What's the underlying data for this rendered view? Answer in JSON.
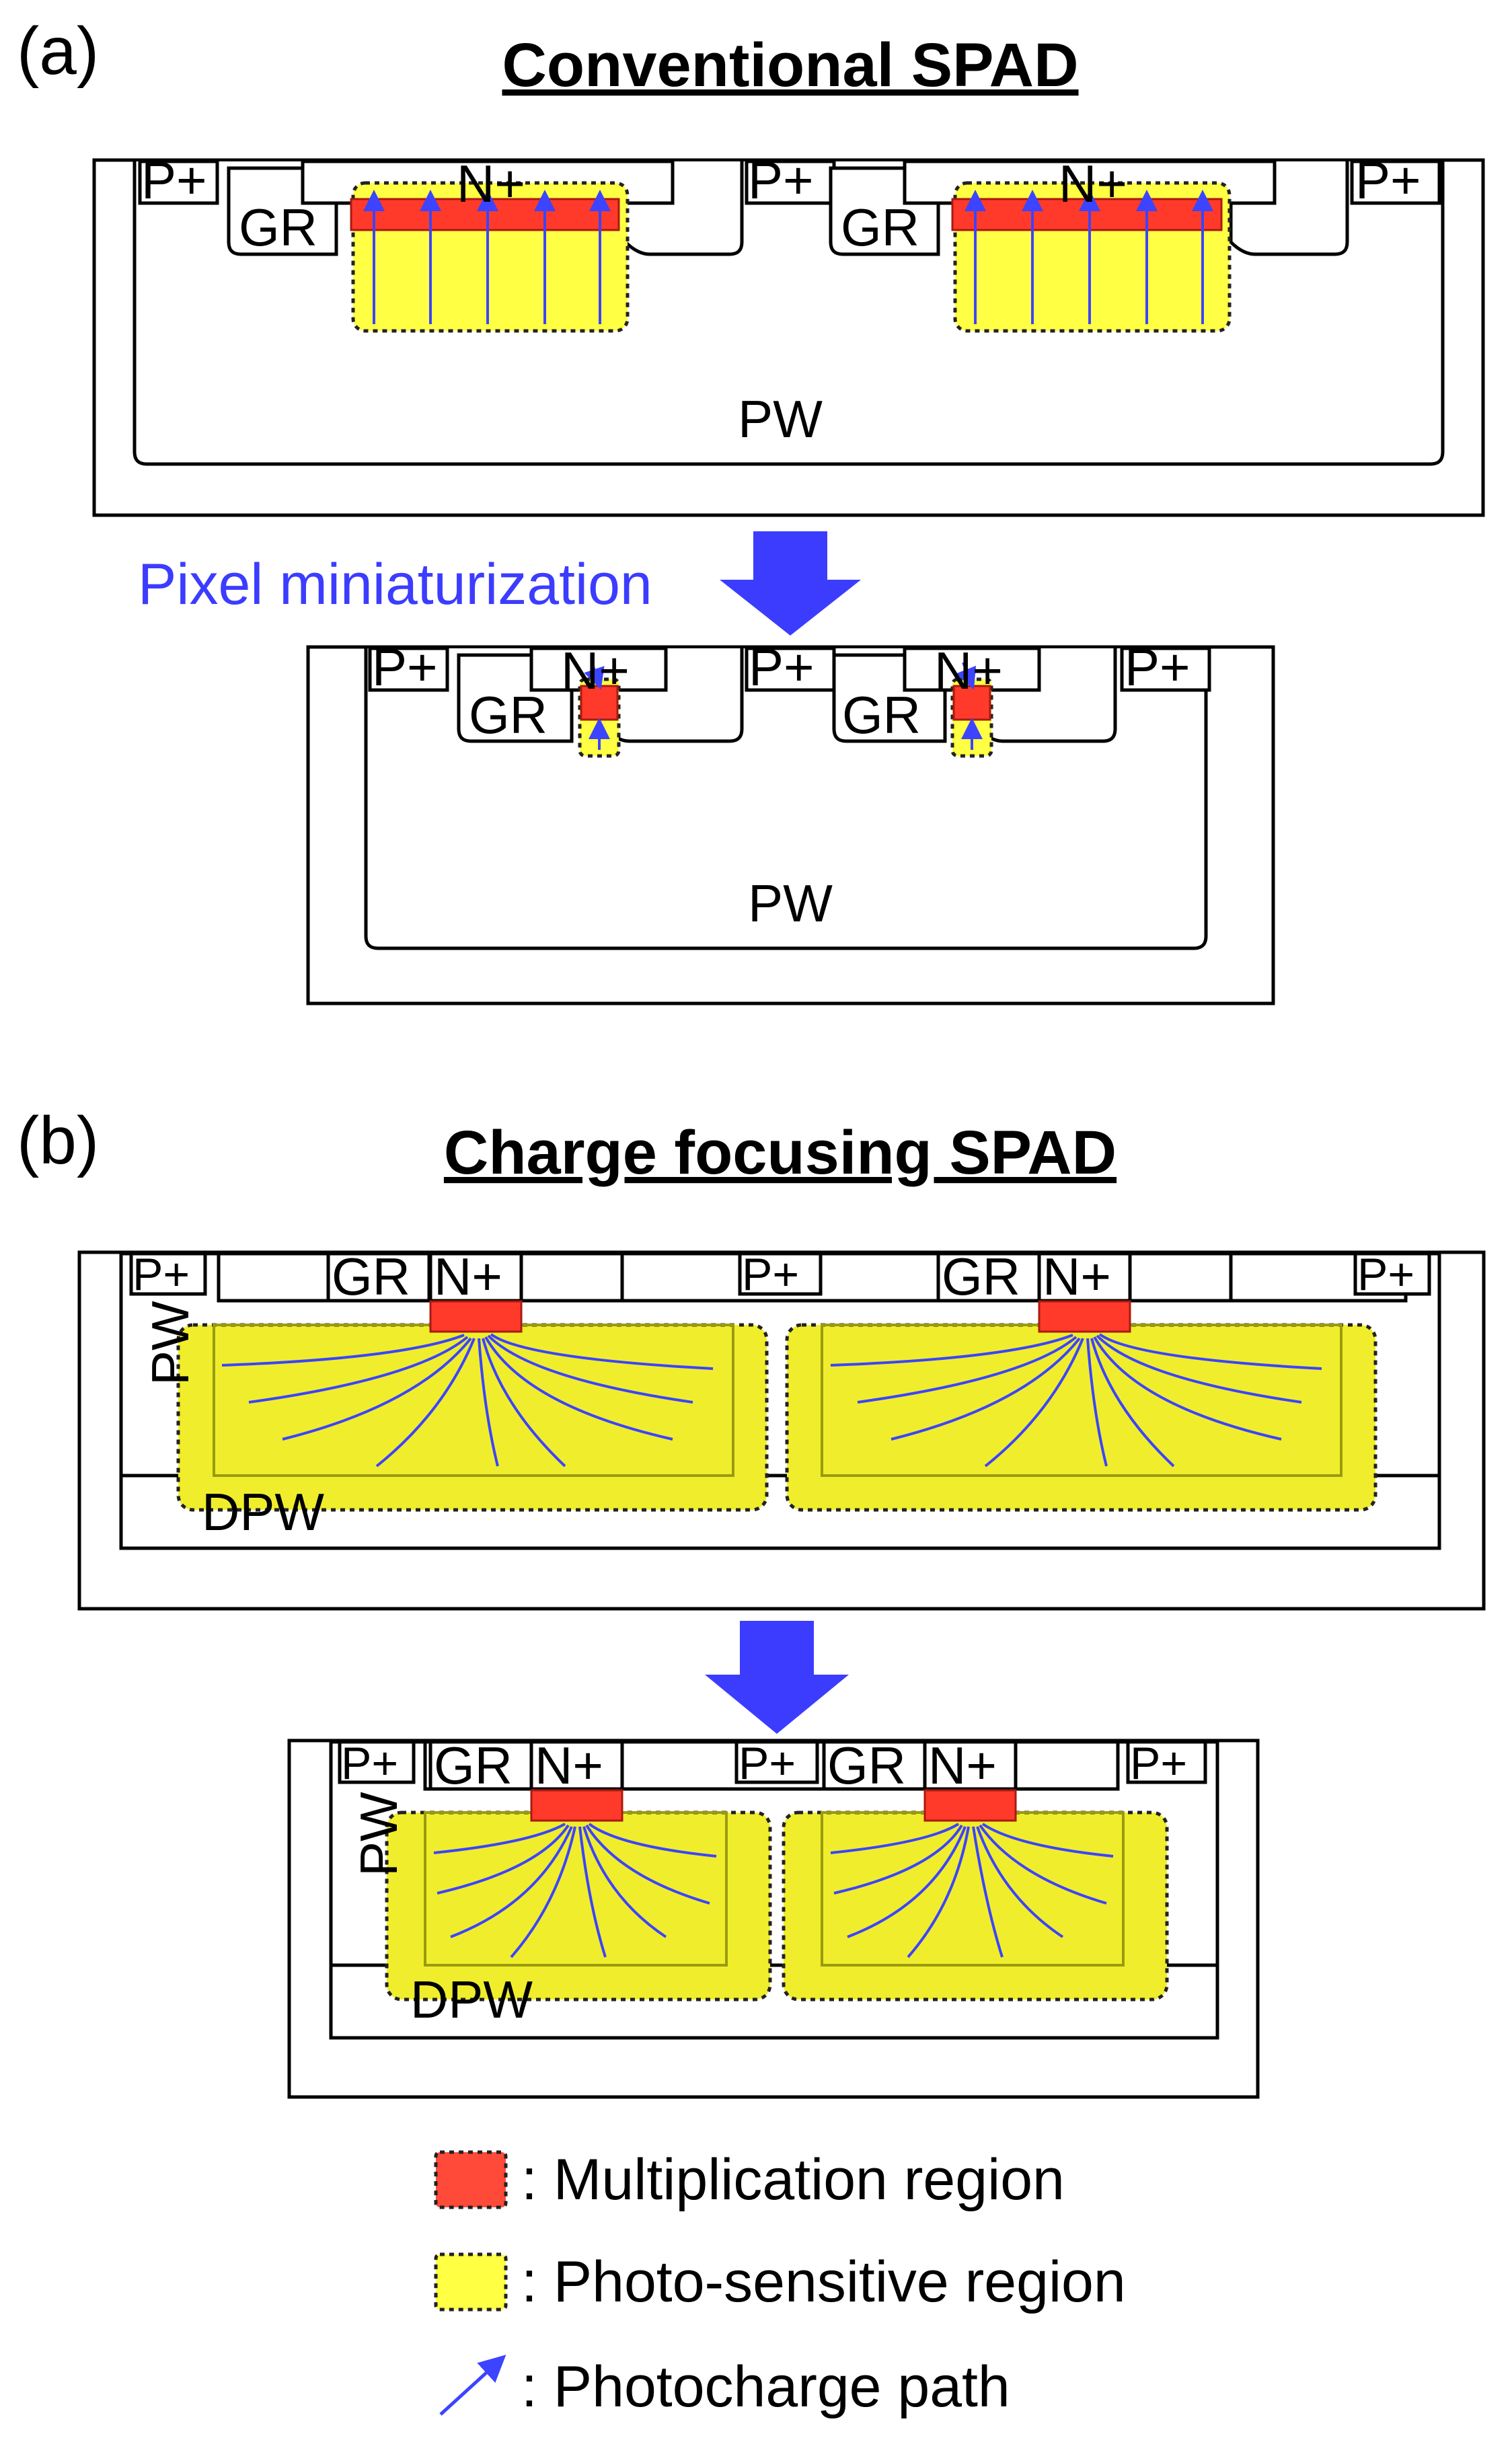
{
  "panels": {
    "a_label": "(a)",
    "a_title": "Conventional SPAD",
    "b_label": "(b)",
    "b_title": "Charge focusing SPAD"
  },
  "arrow_caption": "Pixel miniaturization",
  "labels": {
    "p_plus": "P+",
    "n_plus": "N+",
    "gr": "GR",
    "pw": "PW",
    "dpw": "DPW"
  },
  "legend": {
    "multiplication": ": Multiplication region",
    "photo_sensitive": ": Photo-sensitive region",
    "photocharge": ": Photocharge path"
  },
  "colors": {
    "multiplication": "#ff3a2a",
    "photo_sensitive": "#ffff44",
    "photocharge_path": "#3c44ff",
    "arrow": "#3c3cff"
  }
}
